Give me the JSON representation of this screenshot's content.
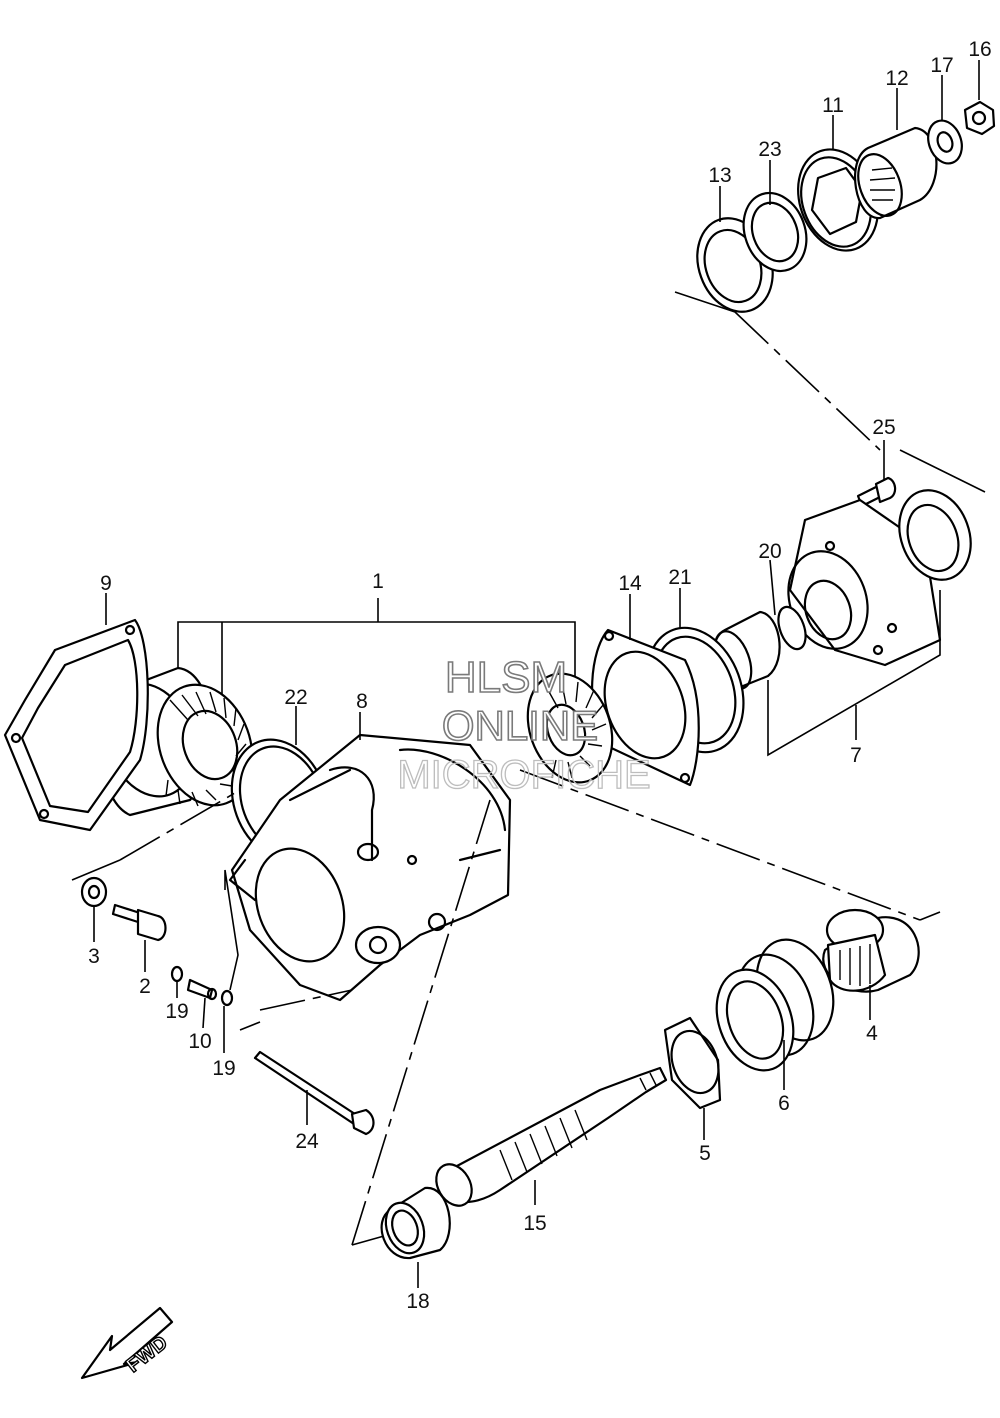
{
  "callouts": [
    "1",
    "2",
    "3",
    "4",
    "5",
    "6",
    "7",
    "8",
    "9",
    "10",
    "11",
    "12",
    "13",
    "14",
    "15",
    "16",
    "17",
    "18",
    "19",
    "19",
    "20",
    "21",
    "22",
    "23",
    "24",
    "25"
  ],
  "watermark": {
    "line1": "HLSM",
    "line2": "ONLINE",
    "line3": "MICROFICHE"
  },
  "direction_arrow": {
    "label": "FWD",
    "icon": "fwd-arrow-icon"
  }
}
